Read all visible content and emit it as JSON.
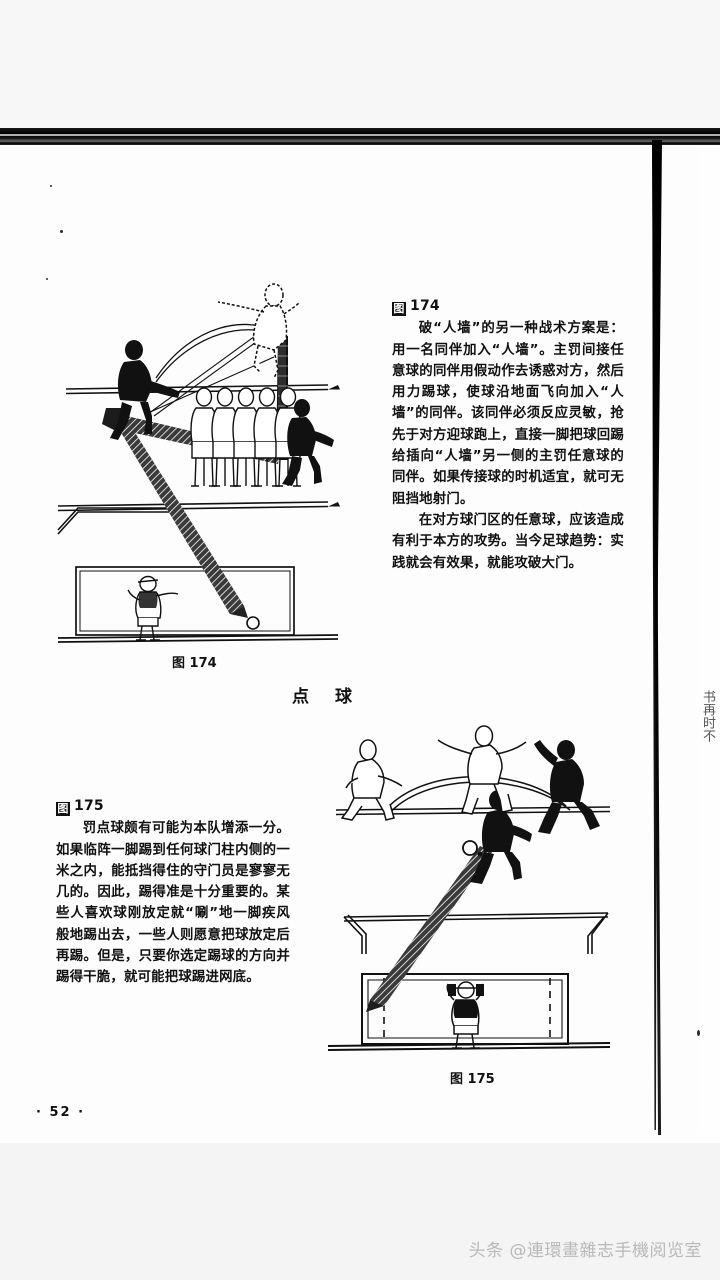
{
  "page": {
    "background_color": "#f4f4f4",
    "sheet_color": "#fdfdfd",
    "ink_color": "#111111",
    "page_number": "· 52 ·"
  },
  "section": {
    "title": "点球"
  },
  "figure_174": {
    "label_box": "图",
    "label_number": "174",
    "caption_box": "图",
    "caption_number": "174",
    "caption": "图 174",
    "paragraphs": [
      "破“人墙”的另一种战术方案是：用一名同伴加入“人墙”。主罚间接任意球的同伴用假动作去诱惑对方，然后用力踢球，使球沿地面飞向加入“人墙”的同伴。该同伴必须反应灵敏，抢先于对方迎球跑上，直接一脚把球回踢给插向“人墙”另一侧的主罚任意球的同伴。如果传接球的时机适宜，就可无阻挡地射门。",
      "在对方球门区的任意球，应该造成有利于本方的攻势。当今足球趋势：实践就会有效果，就能攻破大门。"
    ],
    "scene": {
      "wall_player_count": 5,
      "dark_players": 2,
      "goalkeeper": 1,
      "ball": 1,
      "description": "free-kick diagram: ball passed to a player joining the wall, returned and shot into the goal"
    }
  },
  "figure_175": {
    "label_box": "图",
    "label_number": "175",
    "caption_box": "图",
    "caption_number": "175",
    "caption": "图 175",
    "paragraphs": [
      "罚点球颇有可能为本队增添一分。如果临阵一脚踢到任何球门柱内侧的一米之内，能抵挡得住的守门员是寥寥无几的。因此，踢得准是十分重要的。某些人喜欢球刚放定就“唰”地一脚疾风般地踢出去，一些人则愿意把球放定后再踢。但是，只要你选定踢球的方向并踢得干脆，就可能把球踢进网底。"
    ],
    "scene": {
      "outfield_players": 3,
      "kicker": 1,
      "goalkeeper": 1,
      "ball": 1,
      "description": "penalty-kick diagram: penalty taker striking the ball toward the bottom corner of the net"
    }
  },
  "right_bleed": {
    "text": "书再时不"
  },
  "watermark": {
    "text": "头条 @連環畫雜志手機阅览室"
  }
}
